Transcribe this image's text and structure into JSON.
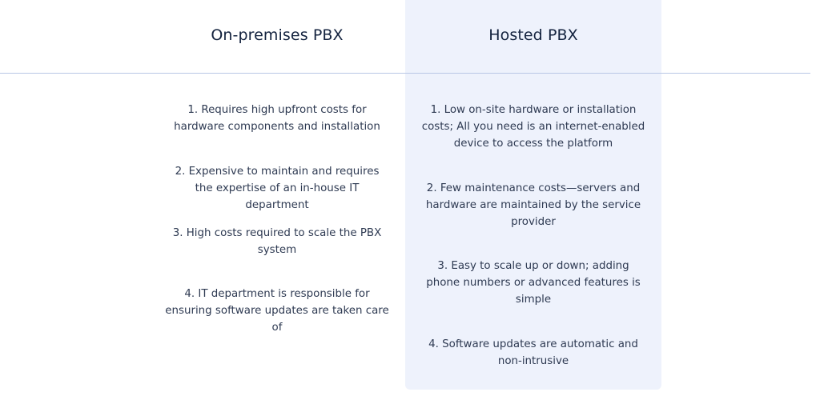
{
  "comparison": {
    "on_premises": {
      "title": "On-premises PBX",
      "items": [
        "1. Requires high upfront costs for hardware components and installation",
        "2. Expensive to maintain and requires the expertise of an in-house IT department",
        "3. High costs required to scale the PBX system",
        "4. IT department is responsible for ensuring software updates are taken care of"
      ]
    },
    "hosted": {
      "title": "Hosted PBX",
      "items": [
        "1. Low on-site hardware or installation costs; All you need is an internet-enabled device to access the platform",
        "2. Few maintenance costs—servers and hardware are maintained by the service provider",
        "3. Easy to scale up or down; adding phone numbers or advanced features is simple",
        "4. Software updates are automatic and non-intrusive"
      ]
    }
  },
  "colors": {
    "hosted_background": "#eef2fc",
    "divider": "#b9c7e6",
    "heading_text": "#14233f",
    "body_text": "#2e3a52"
  }
}
